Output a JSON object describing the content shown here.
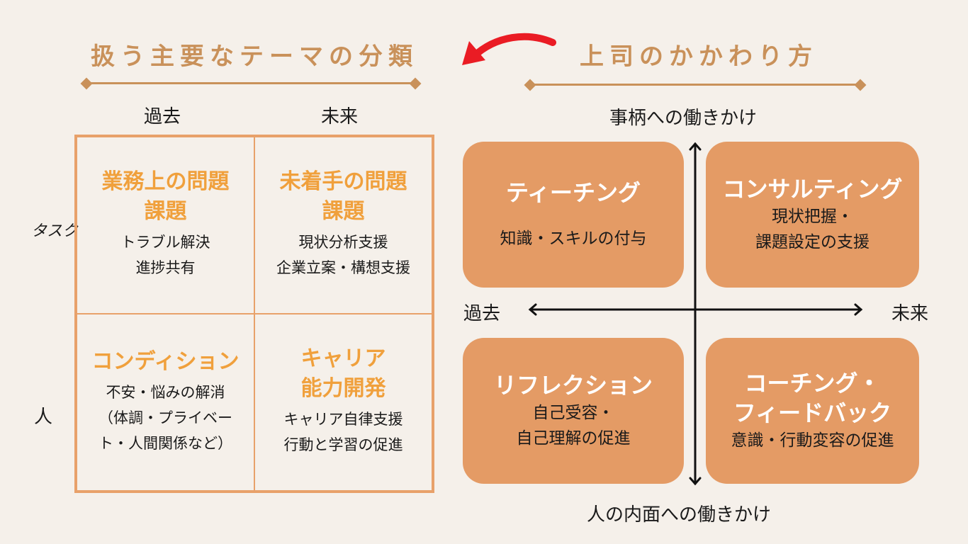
{
  "left": {
    "title": "扱う主要なテーマの分類",
    "col_headers": [
      "過去",
      "未来"
    ],
    "row_headers": [
      "タスク",
      "人"
    ],
    "cells": [
      {
        "title": [
          "業務上の問題",
          "課題"
        ],
        "desc": [
          "トラブル解決",
          "進捗共有"
        ]
      },
      {
        "title": [
          "未着手の問題",
          "課題"
        ],
        "desc": [
          "現状分析支援",
          "企業立案・構想支援"
        ]
      },
      {
        "title": [
          "コンディション"
        ],
        "desc": [
          "不安・悩みの解消",
          "（体調・プライベー",
          "ト・人間関係など）"
        ]
      },
      {
        "title": [
          "キャリア",
          "能力開発"
        ],
        "desc": [
          "キャリア自律支援",
          "行動と学習の促進"
        ]
      }
    ]
  },
  "right": {
    "title": "上司のかかわり方",
    "axis_top": "事柄への働きかけ",
    "axis_bottom": "人の内面への働きかけ",
    "axis_left": "過去",
    "axis_right": "未来",
    "boxes": [
      {
        "title": [
          "ティーチング"
        ],
        "desc": [
          "知識・スキルの付与"
        ]
      },
      {
        "title": [
          "コンサルティング"
        ],
        "desc": [
          "現状把握・",
          "課題設定の支援"
        ]
      },
      {
        "title": [
          "リフレクション"
        ],
        "desc": [
          "自己受容・",
          "自己理解の促進"
        ]
      },
      {
        "title": [
          "コーチング・",
          "フィードバック"
        ],
        "desc": [
          "意識・行動変容の促進"
        ]
      }
    ]
  },
  "colors": {
    "accent": "#c9915a",
    "box": "#e49b65",
    "arrow": "#ea1c24",
    "cell_title": "#f0a03c"
  }
}
